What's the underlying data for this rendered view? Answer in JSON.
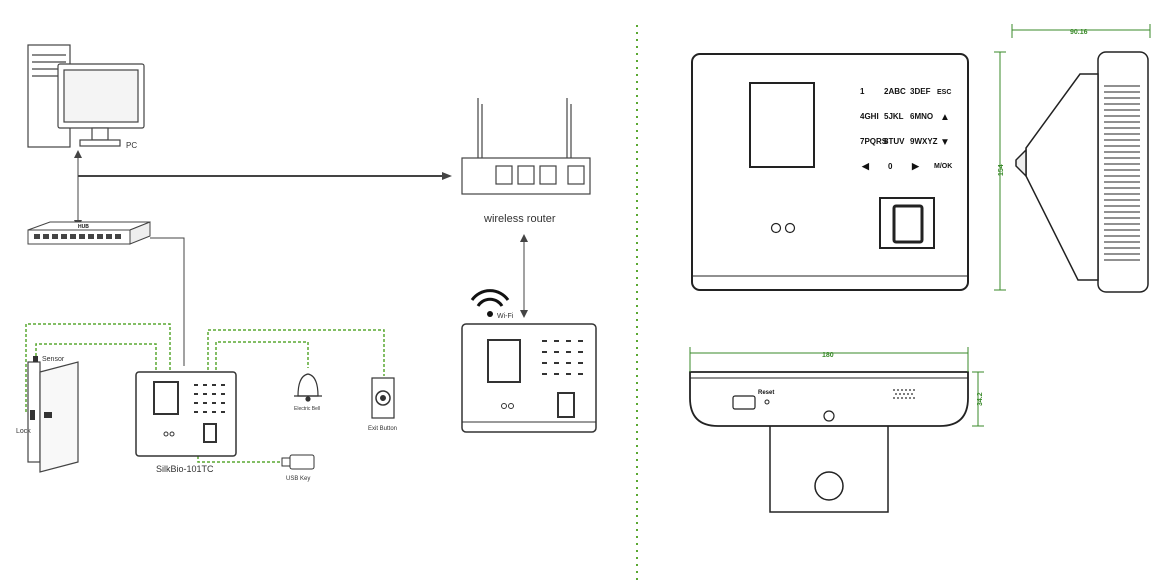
{
  "labels": {
    "pc": "PC",
    "wireless_router": "wireless router",
    "wifi": "Wi-Fi",
    "sensor": "Sensor",
    "lock": "Lock",
    "electric_bell": "Electric Bell",
    "exit_button": "Exit Button",
    "usb_key": "USB Key",
    "device_name": "SilkBio-101TC",
    "hub": "HUB",
    "reset": "Reset"
  },
  "keypad": [
    [
      "1",
      "2ABC",
      "3DEF",
      "ESC"
    ],
    [
      "4GHI",
      "5JKL",
      "6MNO",
      "▲"
    ],
    [
      "7PQRS",
      "8TUV",
      "9WXYZ",
      "▼"
    ],
    [
      "◀",
      "0",
      "▶",
      "M/OK"
    ]
  ],
  "dimensions": {
    "top_width": "90.16",
    "side_height": "154",
    "bottom_width": "180",
    "bottom_depth": "34.2"
  },
  "colors": {
    "line": "#444444",
    "green_wire": "#5aa832",
    "dimension": "#3a8a2a"
  }
}
